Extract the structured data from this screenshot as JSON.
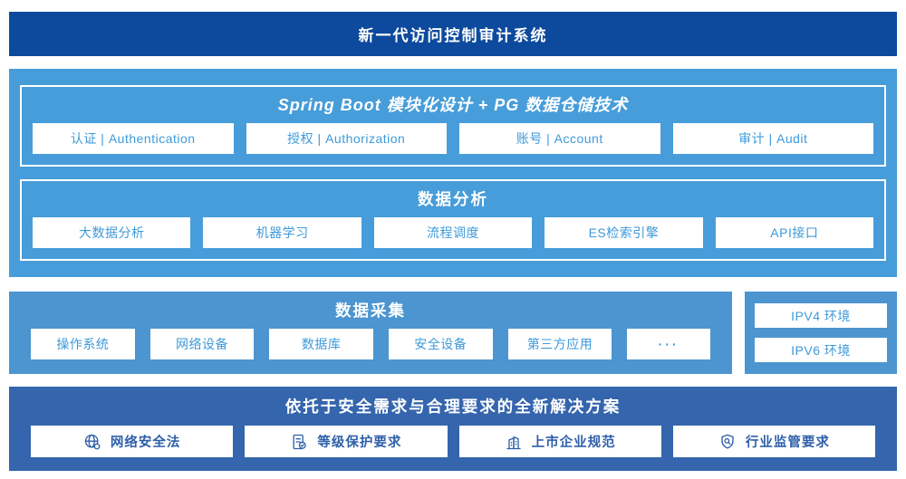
{
  "banner": {
    "title": "新一代访问控制审计系统"
  },
  "platform": {
    "title": "Spring Boot 模块化设计 + PG 数据仓储技术",
    "modules": [
      "认证 | Authentication",
      "授权 | Authorization",
      "账号 | Account",
      "审计 | Audit"
    ]
  },
  "analysis": {
    "title": "数据分析",
    "modules": [
      "大数据分析",
      "机器学习",
      "流程调度",
      "ES检索引擎",
      "API接口"
    ]
  },
  "collection": {
    "title": "数据采集",
    "modules": [
      "操作系统",
      "网络设备",
      "数据库",
      "安全设备",
      "第三方应用",
      "···"
    ]
  },
  "ip_env": {
    "items": [
      "IPV4 环境",
      "IPV6 环境"
    ]
  },
  "solution": {
    "title": "依托于安全需求与合理要求的全新解决方案",
    "items": [
      {
        "icon": "globe-icon",
        "label": "网络安全法"
      },
      {
        "icon": "document-check-icon",
        "label": "等级保护要求"
      },
      {
        "icon": "building-icon",
        "label": "上市企业规范"
      },
      {
        "icon": "shield-search-icon",
        "label": "行业监管要求"
      }
    ]
  },
  "colors": {
    "banner_bg": "#0D4A9D",
    "platform_bg": "#479DD9",
    "collection_bg": "#4C95D0",
    "solution_bg": "#3465AD",
    "module_text": "#3E9AD9",
    "solution_text": "#2E5FA9"
  }
}
